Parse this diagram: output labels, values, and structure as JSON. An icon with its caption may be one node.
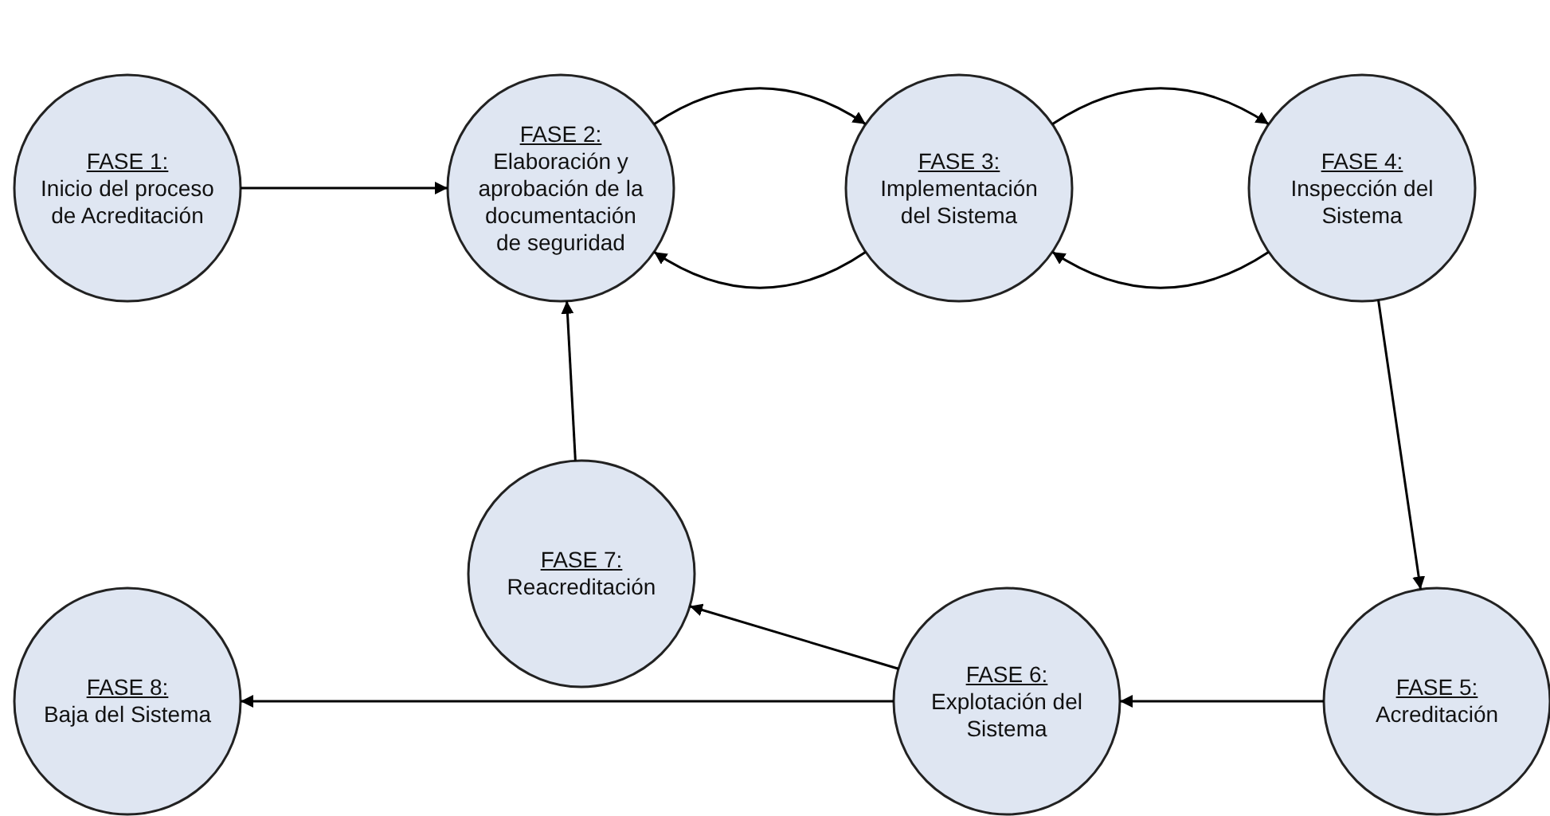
{
  "diagram": {
    "nodes": [
      {
        "text": [
          "FASE 1:",
          "Inicio del proceso de Acreditación"
        ]
      },
      {
        "text": [
          "FASE 2:",
          "Elaboración y aprobación de la documentación de seguridad"
        ]
      },
      {
        "text": [
          "FASE 3:",
          "Implementación del Sistema"
        ]
      },
      {
        "text": [
          "FASE 4:",
          "Inspección del Sistema"
        ]
      },
      {
        "text": [
          "FASE 5:",
          "Acreditación"
        ]
      },
      {
        "text": [
          "FASE 6:",
          "Explotación del Sistema"
        ]
      },
      {
        "text": [
          "FASE 7:",
          "Reacreditación"
        ]
      },
      {
        "text": [
          "FASE 8:",
          "Baja del Sistema"
        ]
      }
    ],
    "edges": [
      {
        "from": 0,
        "to": 1,
        "arrow": "to"
      },
      {
        "from": 1,
        "to": 2,
        "arrow": "to"
      },
      {
        "from": 2,
        "to": 1,
        "arrow": "to"
      },
      {
        "from": 2,
        "to": 3,
        "arrow": "to"
      },
      {
        "from": 3,
        "to": 2,
        "arrow": "to"
      },
      {
        "from": 3,
        "to": 4,
        "arrow": "to"
      },
      {
        "from": 4,
        "to": 5,
        "arrow": "to"
      },
      {
        "from": 5,
        "to": 7,
        "arrow": "to"
      },
      {
        "from": 5,
        "to": 6,
        "arrow": "to"
      },
      {
        "from": 6,
        "to": 1,
        "arrow": "to"
      }
    ]
  }
}
